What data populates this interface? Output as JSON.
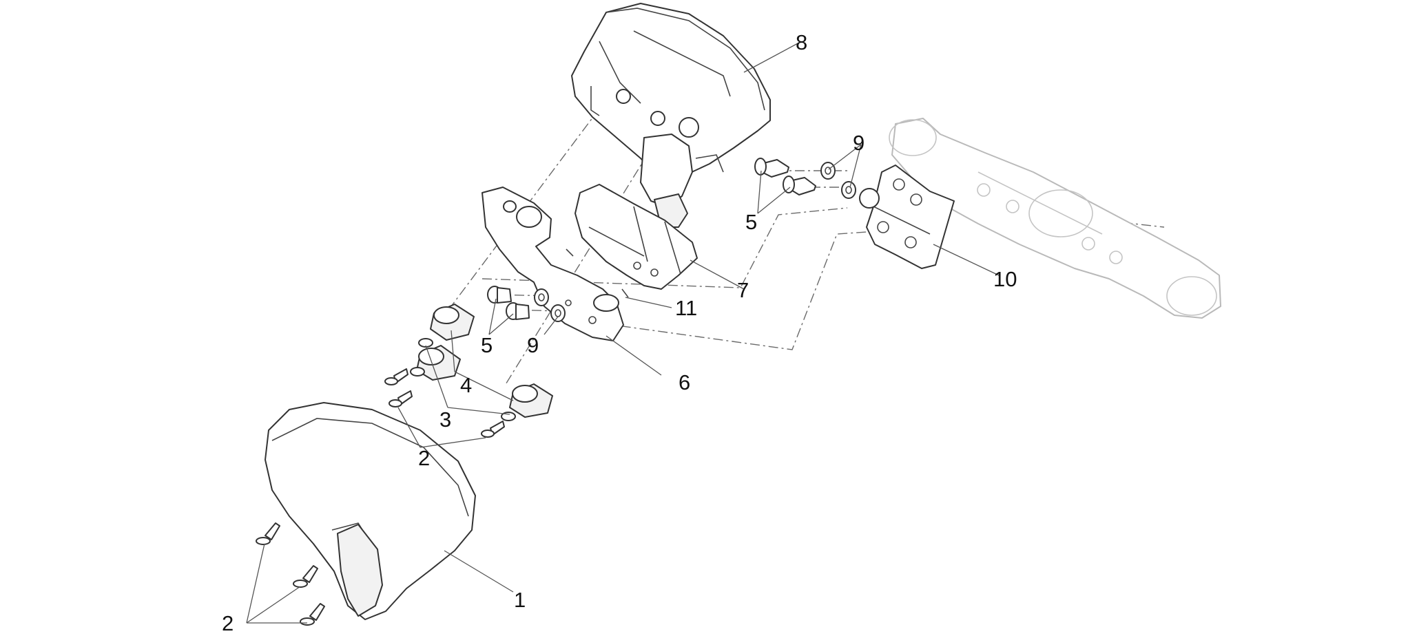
{
  "callouts": [
    {
      "id": "c1",
      "text": "1"
    },
    {
      "id": "c2a",
      "text": "2"
    },
    {
      "id": "c2b",
      "text": "2"
    },
    {
      "id": "c3",
      "text": "3"
    },
    {
      "id": "c4",
      "text": "4"
    },
    {
      "id": "c5a",
      "text": "5"
    },
    {
      "id": "c5b",
      "text": "5"
    },
    {
      "id": "c6",
      "text": "6"
    },
    {
      "id": "c7",
      "text": "7"
    },
    {
      "id": "c8",
      "text": "8"
    },
    {
      "id": "c9a",
      "text": "9"
    },
    {
      "id": "c9b",
      "text": "9"
    },
    {
      "id": "c10",
      "text": "10"
    },
    {
      "id": "c11",
      "text": "11"
    }
  ]
}
